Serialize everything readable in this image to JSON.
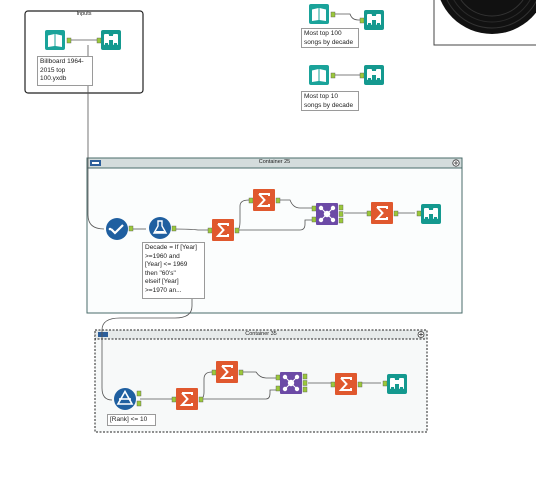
{
  "inputs_container": {
    "title": "Inputs"
  },
  "tools": {
    "input_billboard": {
      "label": "Billboard 1964-\n2015 top\n100.yxdb"
    },
    "input_top100": {
      "label": "Most top 100\nsongs by decade"
    },
    "input_top10": {
      "label": "Most top 10\nsongs by decade"
    }
  },
  "container_25": {
    "title": "Container 25",
    "formula_annotation": "Decade = If [Year]\n>=1960 and\n[Year] <= 1969\nthen \"60's\"\nelseif [Year]\n>=1970 an..."
  },
  "container_35": {
    "title": "Container 35",
    "filter_annotation": "[Rank] <= 10"
  },
  "colors": {
    "input_teal": "#1aa39a",
    "browse_teal": "#14998f",
    "summarize_orange": "#e0582e",
    "join_purple": "#6c4aa6",
    "select_blue": "#1f5fa0",
    "container_border": "#4a6b6a",
    "container_header": "#d4dcdc",
    "connector_green": "#9bc83b"
  },
  "icons": [
    "book-icon",
    "binoculars-icon",
    "checkmark-icon",
    "flask-icon",
    "sigma-icon",
    "join-icon",
    "filter-icon",
    "vinyl-record-icon"
  ]
}
